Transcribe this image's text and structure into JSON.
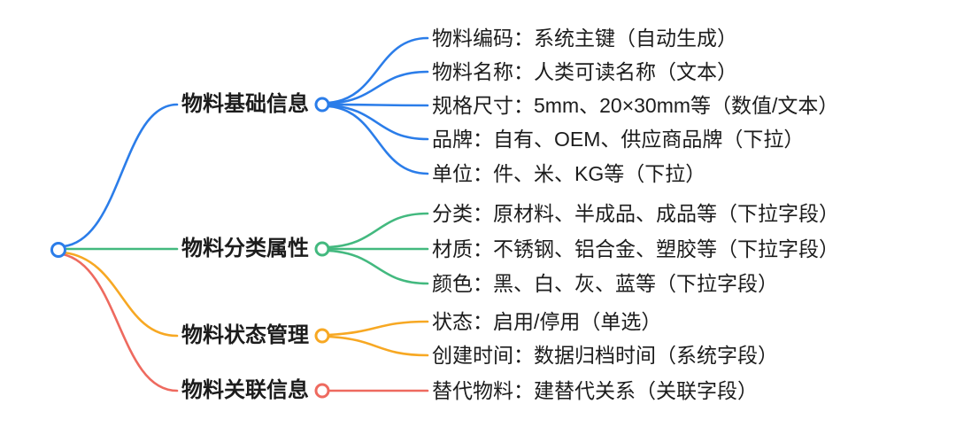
{
  "colors": {
    "blue": "#2b7de9",
    "green": "#43b97f",
    "orange": "#f7a823",
    "red": "#ee6a5f",
    "text": "#1c1c1c",
    "background": "#ffffff"
  },
  "branches": [
    {
      "label": "物料基础信息",
      "color": "#2b7de9",
      "children": [
        {
          "text": "物料编码：系统主键（自动生成）"
        },
        {
          "text": "物料名称：人类可读名称（文本）"
        },
        {
          "text": "规格尺寸：5mm、20×30mm等（数值/文本）"
        },
        {
          "text": "品牌：自有、OEM、供应商品牌（下拉）"
        },
        {
          "text": "单位：件、米、KG等（下拉）"
        }
      ]
    },
    {
      "label": "物料分类属性",
      "color": "#43b97f",
      "children": [
        {
          "text": "分类：原材料、半成品、成品等（下拉字段）"
        },
        {
          "text": "材质：不锈钢、铝合金、塑胶等（下拉字段）"
        },
        {
          "text": "颜色：黑、白、灰、蓝等（下拉字段）"
        }
      ]
    },
    {
      "label": "物料状态管理",
      "color": "#f7a823",
      "children": [
        {
          "text": "状态：启用/停用（单选）"
        },
        {
          "text": "创建时间：数据归档时间（系统字段）"
        }
      ]
    },
    {
      "label": "物料关联信息",
      "color": "#ee6a5f",
      "children": [
        {
          "text": "替代物料：建替代关系（关联字段）"
        }
      ]
    }
  ]
}
